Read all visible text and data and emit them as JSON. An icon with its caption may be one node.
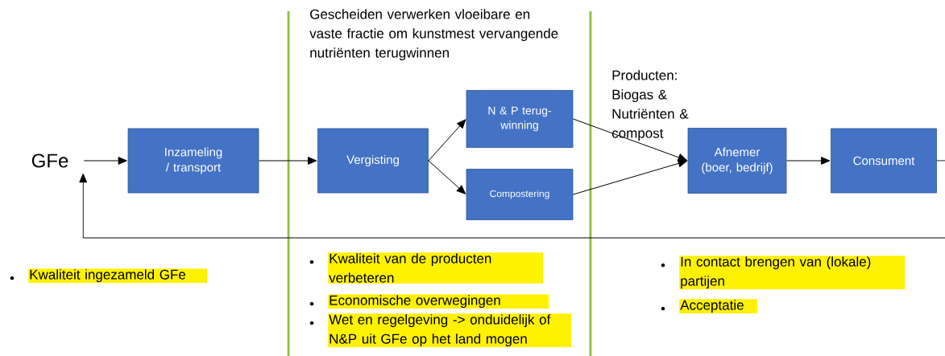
{
  "diagram": {
    "nodes": [
      {
        "text": [
          "GFe"
        ]
      },
      {
        "text": [
          "Inzameling / transport"
        ]
      },
      {
        "text": [
          "Vergisting"
        ]
      },
      {
        "text": [
          "N & P terug- winning"
        ]
      },
      {
        "text": [
          "Compostering"
        ]
      },
      {
        "text": [
          "Afnemer (boer, bedrijf)"
        ]
      },
      {
        "text": [
          "Consument"
        ]
      }
    ],
    "edges": [
      {
        "from": 0,
        "to": 1,
        "arrow": "to"
      },
      {
        "from": 1,
        "to": 2,
        "arrow": "to"
      },
      {
        "from": 2,
        "to": 3,
        "arrow": "to"
      },
      {
        "from": 2,
        "to": 4,
        "arrow": "to"
      },
      {
        "from": 3,
        "to": 5,
        "arrow": "to"
      },
      {
        "from": 4,
        "to": 5,
        "arrow": "to"
      },
      {
        "from": 5,
        "to": 6,
        "arrow": "to"
      },
      {
        "from": 6,
        "to": null,
        "arrow": "none"
      },
      {
        "from": null,
        "to": 0,
        "arrow": "to"
      }
    ],
    "labels": [
      "Gescheiden verwerken vloeibare en vaste fractie om kunstmest vervangende nutriënten terugwinnen",
      "Producten: Biogas & Nutriënten & compost",
      "Kwaliteit ingezameld GFe",
      "Kwaliteit van de producten verbeteren",
      "Economische overwegingen",
      "Wet en regelgeving -> onduidelijk of N&P uit GFe op het land mogen",
      "In contact brengen van (lokale) partijen",
      "Acceptatie"
    ]
  }
}
